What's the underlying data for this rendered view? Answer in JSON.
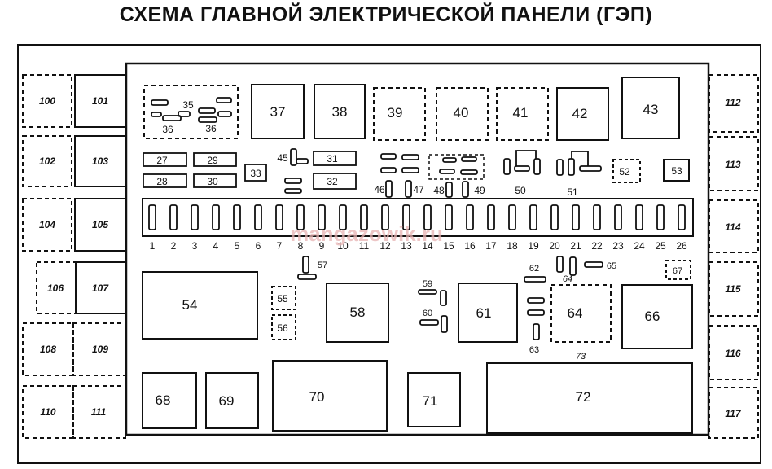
{
  "title": "СХЕМА ГЛАВНОЙ ЭЛЕКТРИЧЕСКОЙ ПАНЕЛИ (ГЭП)",
  "watermark": "mangazowik.ru",
  "left_blocks": [
    "100",
    "101",
    "102",
    "103",
    "104",
    "105",
    "106",
    "107",
    "108",
    "109",
    "110",
    "111"
  ],
  "right_blocks": [
    "112",
    "113",
    "114",
    "115",
    "116",
    "117"
  ],
  "top_relays": [
    "37",
    "38",
    "39",
    "40",
    "41",
    "42",
    "43"
  ],
  "fuse_labels": [
    "27",
    "28",
    "29",
    "30",
    "31",
    "32",
    "33",
    "35",
    "36",
    "36",
    "45",
    "46",
    "47",
    "48",
    "49",
    "50",
    "51",
    "52",
    "53"
  ],
  "connector_numbers": [
    "1",
    "2",
    "3",
    "4",
    "5",
    "6",
    "7",
    "8",
    "9",
    "10",
    "11",
    "12",
    "13",
    "14",
    "15",
    "16",
    "17",
    "18",
    "19",
    "20",
    "21",
    "22",
    "23",
    "24",
    "25",
    "26"
  ],
  "middle_labels": [
    "54",
    "55",
    "56",
    "57",
    "58",
    "59",
    "60",
    "61",
    "62",
    "63",
    "64",
    "65",
    "66",
    "67",
    "64",
    "73"
  ],
  "bottom_blocks": [
    "68",
    "69",
    "70",
    "71",
    "72"
  ]
}
